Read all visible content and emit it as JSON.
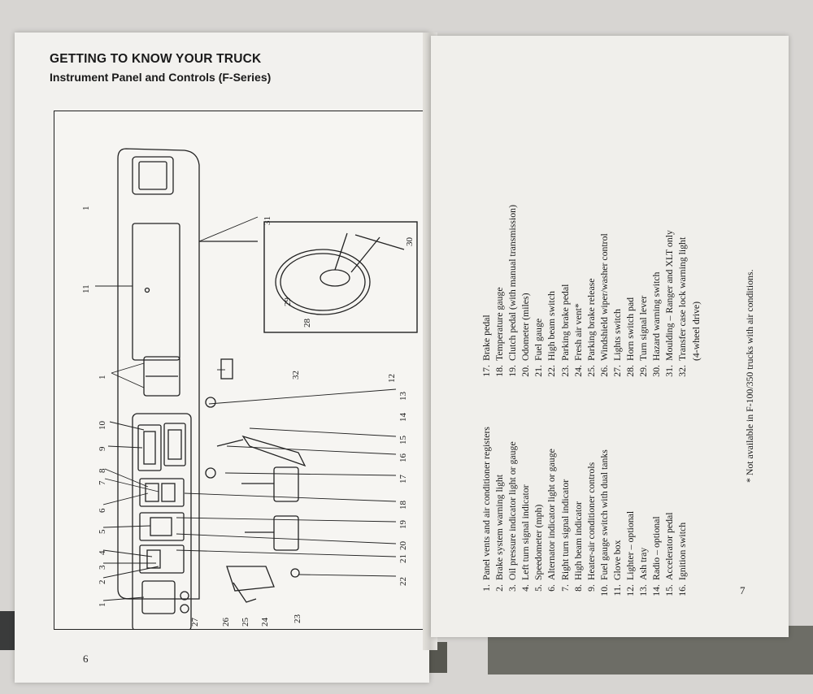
{
  "left_page": {
    "title": "GETTING TO KNOW YOUR TRUCK",
    "subtitle": "Instrument Panel and Controls (F-Series)",
    "page_number": "6",
    "callouts": [
      "1",
      "11",
      "1",
      "10",
      "9",
      "8",
      "7",
      "6",
      "5",
      "4",
      "3",
      "2",
      "1",
      "27",
      "26",
      "25",
      "24",
      "23",
      "22",
      "21",
      "20",
      "19",
      "18",
      "17",
      "16",
      "15",
      "14",
      "13",
      "12",
      "32",
      "31",
      "30",
      "29",
      "28"
    ]
  },
  "right_page": {
    "page_number": "7",
    "col1": [
      {
        "n": "1.",
        "t": "Panel vents and air conditioner registers"
      },
      {
        "n": "2.",
        "t": "Brake system warning light"
      },
      {
        "n": "3.",
        "t": "Oil pressure indicator light or gauge"
      },
      {
        "n": "4.",
        "t": "Left turn signal indicator"
      },
      {
        "n": "5.",
        "t": "Speedometer  (mph)"
      },
      {
        "n": "6.",
        "t": "Alternator indicator light or gauge"
      },
      {
        "n": "7.",
        "t": "Right turn signal indicator"
      },
      {
        "n": "8.",
        "t": "High beam indicator"
      },
      {
        "n": "9.",
        "t": "Heater-air conditioner controls"
      },
      {
        "n": "10.",
        "t": "Fuel gauge switch with dual tanks"
      },
      {
        "n": "11.",
        "t": "Glove box"
      },
      {
        "n": "12.",
        "t": "Lighter – optional"
      },
      {
        "n": "13.",
        "t": "Ash tray"
      },
      {
        "n": "14.",
        "t": "Radio – optional"
      },
      {
        "n": "15.",
        "t": "Accelerator pedal"
      },
      {
        "n": "16.",
        "t": "Ignition switch"
      }
    ],
    "col2": [
      {
        "n": "17.",
        "t": "Brake pedal"
      },
      {
        "n": "18.",
        "t": "Temperature gauge"
      },
      {
        "n": "19.",
        "t": "Clutch pedal (with manual transmission)"
      },
      {
        "n": "20.",
        "t": "Odometer  (miles)"
      },
      {
        "n": "21.",
        "t": "Fuel gauge"
      },
      {
        "n": "22.",
        "t": "High beam switch"
      },
      {
        "n": "23.",
        "t": "Parking brake pedal"
      },
      {
        "n": "24.",
        "t": "Fresh air vent*"
      },
      {
        "n": "25.",
        "t": "Parking brake release"
      },
      {
        "n": "26.",
        "t": "Windshield wiper/washer control"
      },
      {
        "n": "27.",
        "t": "Lights switch"
      },
      {
        "n": "28.",
        "t": "Horn switch pad"
      },
      {
        "n": "29.",
        "t": "Turn signal lever"
      },
      {
        "n": "30.",
        "t": "Hazard warning switch"
      },
      {
        "n": "31.",
        "t": "Moulding – Ranger and XLT only"
      },
      {
        "n": "32.",
        "t": "Transfer case lock warning light"
      },
      {
        "n": "",
        "t": "(4-wheel drive)"
      }
    ],
    "footnote": "* Not available in F-100/350 trucks with air conditions."
  }
}
